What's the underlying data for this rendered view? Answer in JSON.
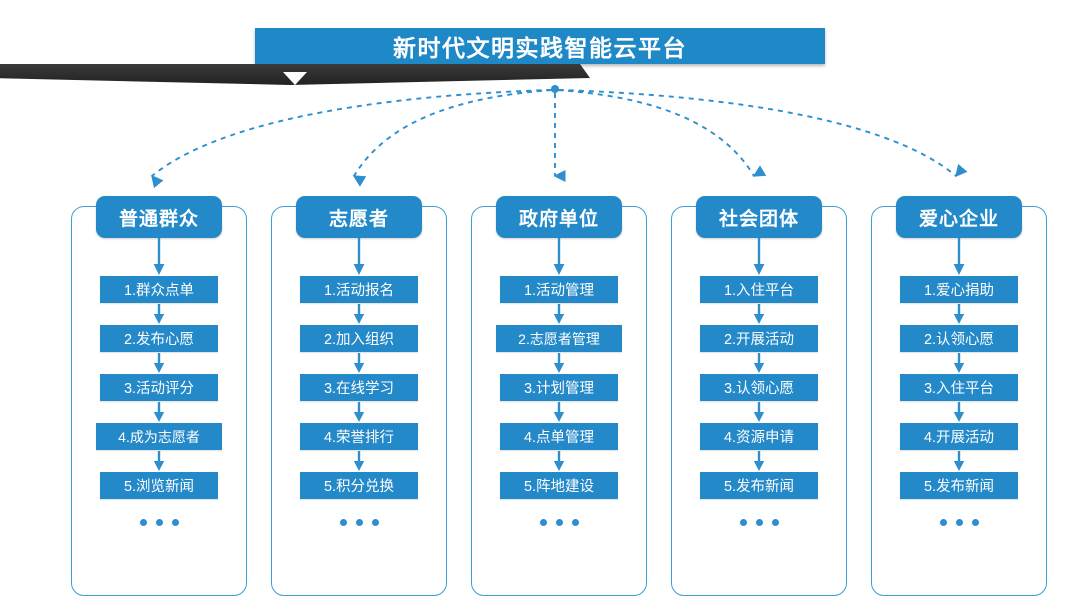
{
  "title": {
    "text": "新时代文明实践智能云平台",
    "bar_color": "#1f88c7",
    "ribbon_color": "#2d2d2d"
  },
  "theme": {
    "box_blue": "#2489c9",
    "header_blue": "#2489c9",
    "outline_blue": "#3f9ed4",
    "arrow_blue": "#2d8fce",
    "text_white": "#ffffff",
    "background": "#ffffff"
  },
  "ellipsis": "• • •",
  "columns": [
    {
      "id": "public",
      "header": "普通群众",
      "items": [
        "1.群众点单",
        "2.发布心愿",
        "3.活动评分",
        "4.成为志愿者",
        "5.浏览新闻"
      ]
    },
    {
      "id": "volunteer",
      "header": "志愿者",
      "items": [
        "1.活动报名",
        "2.加入组织",
        "3.在线学习",
        "4.荣誉排行",
        "5.积分兑换"
      ]
    },
    {
      "id": "government",
      "header": "政府单位",
      "items": [
        "1.活动管理",
        "2.志愿者管理",
        "3.计划管理",
        "4.点单管理",
        "5.阵地建设"
      ]
    },
    {
      "id": "social-group",
      "header": "社会团体",
      "items": [
        "1.入住平台",
        "2.开展活动",
        "3.认领心愿",
        "4.资源申请",
        "5.发布新闻"
      ]
    },
    {
      "id": "enterprise",
      "header": "爱心企业",
      "items": [
        "1.爱心捐助",
        "2.认领心愿",
        "3.入住平台",
        "4.开展活动",
        "5.发布新闻"
      ]
    }
  ],
  "connectors": {
    "origin_label": "platform-hub",
    "count": 5,
    "style": "dashed-curved-arrow"
  }
}
